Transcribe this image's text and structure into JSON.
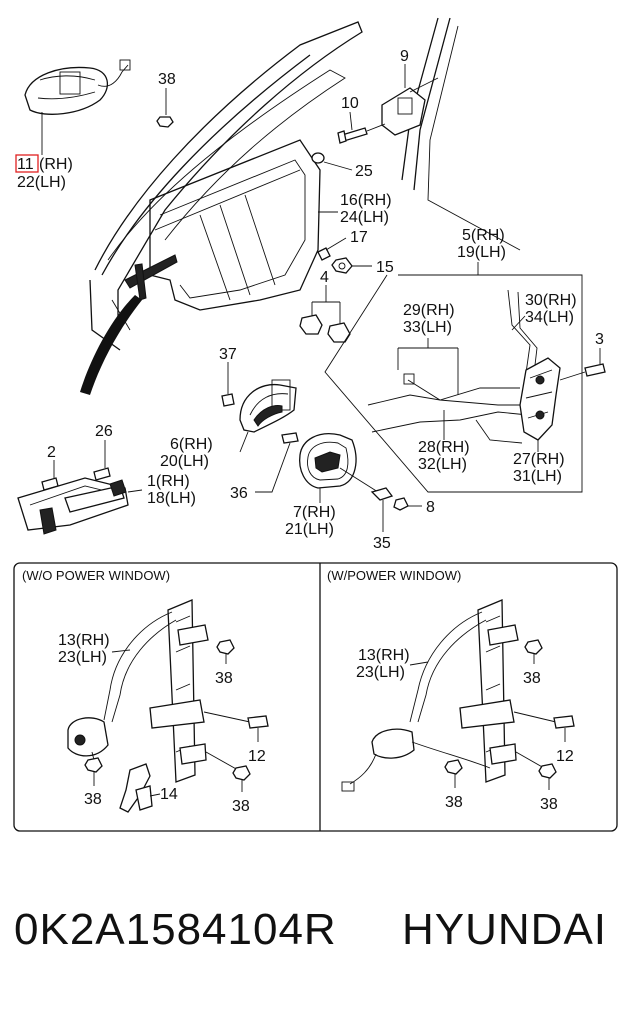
{
  "callouts": {
    "c11": "11",
    "c11_suffix": "(RH)",
    "c22": "22(LH)",
    "c38a": "38",
    "c9": "9",
    "c10": "10",
    "c25": "25",
    "c16": "16(RH)",
    "c24": "24(LH)",
    "c17": "17",
    "c15": "15",
    "c4": "4",
    "c5": "5(RH)",
    "c19": "19(LH)",
    "c29": "29(RH)",
    "c33": "33(LH)",
    "c30": "30(RH)",
    "c34": "34(LH)",
    "c3": "3",
    "c37": "37",
    "c28": "28(RH)",
    "c32": "32(LH)",
    "c27": "27(RH)",
    "c31": "31(LH)",
    "c26": "26",
    "c2": "2",
    "c1": "1(RH)",
    "c18": "18(LH)",
    "c6": "6(RH)",
    "c20": "20(LH)",
    "c36": "36",
    "c7": "7(RH)",
    "c21": "21(LH)",
    "c8": "8",
    "c35": "35"
  },
  "panels": {
    "left": {
      "header": "(W/O POWER WINDOW)",
      "c13": "13(RH)",
      "c23": "23(LH)",
      "c38a": "38",
      "c12": "12",
      "c38b": "38",
      "c38c": "38",
      "c14": "14"
    },
    "right": {
      "header": "(W/POWER WINDOW)",
      "c13": "13(RH)",
      "c23": "23(LH)",
      "c38a": "38",
      "c12": "12",
      "c38b": "38",
      "c38c": "38"
    }
  },
  "highlight_color": "#e02020",
  "footer": {
    "part_number": "0K2A1584104R",
    "brand": "HYUNDAI"
  }
}
